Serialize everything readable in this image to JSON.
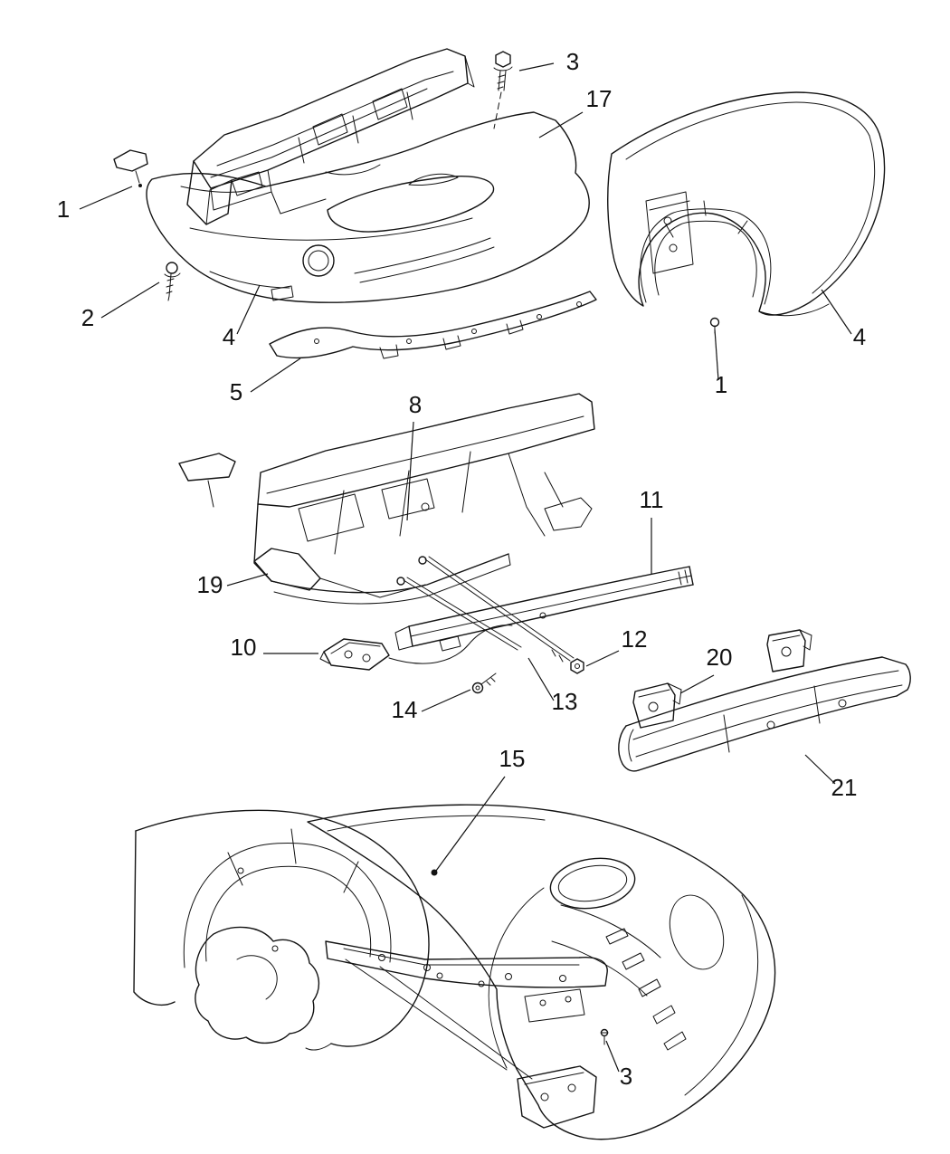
{
  "diagram": {
    "background": "#ffffff",
    "line_color": "#131313",
    "callout_font_size": 26
  },
  "callouts": [
    {
      "label": "3"
    },
    {
      "label": "17"
    },
    {
      "label": "1"
    },
    {
      "label": "2"
    },
    {
      "label": "4"
    },
    {
      "label": "5"
    },
    {
      "label": "4"
    },
    {
      "label": "1"
    },
    {
      "label": "8"
    },
    {
      "label": "11"
    },
    {
      "label": "19"
    },
    {
      "label": "10"
    },
    {
      "label": "12"
    },
    {
      "label": "13"
    },
    {
      "label": "14"
    },
    {
      "label": "20"
    },
    {
      "label": "21"
    },
    {
      "label": "15"
    },
    {
      "label": "3"
    }
  ]
}
